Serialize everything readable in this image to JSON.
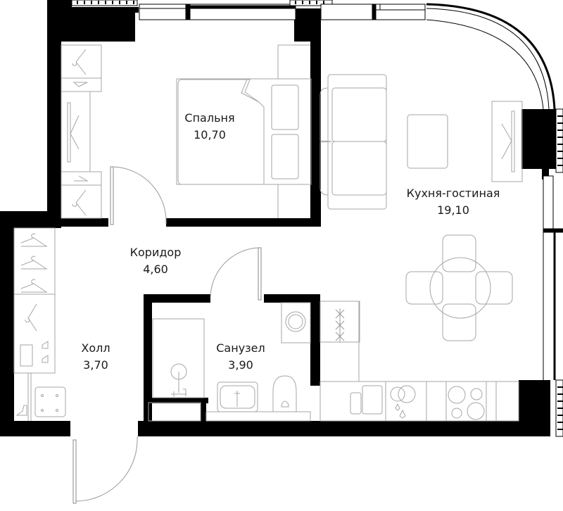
{
  "plan": {
    "type": "apartment-floor-plan",
    "colors": {
      "wall": "#000000",
      "furniture_line": "#a6a6a6",
      "background": "#ffffff",
      "text": "#1a1a1a"
    },
    "rooms": [
      {
        "id": "bedroom",
        "name": "Спальня",
        "area": "10,70"
      },
      {
        "id": "kitchen-living",
        "name": "Кухня-гостиная",
        "area": "19,10"
      },
      {
        "id": "corridor",
        "name": "Коридор",
        "area": "4,60"
      },
      {
        "id": "hall",
        "name": "Холл",
        "area": "3,70"
      },
      {
        "id": "bathroom",
        "name": "Санузел",
        "area": "3,90"
      }
    ]
  }
}
